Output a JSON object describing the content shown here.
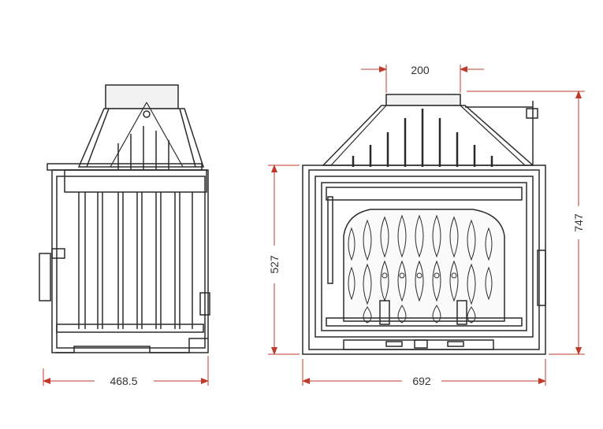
{
  "dimensions": {
    "side_depth": "468.5",
    "front_width": "692",
    "front_height": "527",
    "total_height": "747",
    "flue_width": "200"
  },
  "colors": {
    "outline": "#2b2b2b",
    "dimension_line": "#c0392b",
    "background": "#ffffff"
  }
}
